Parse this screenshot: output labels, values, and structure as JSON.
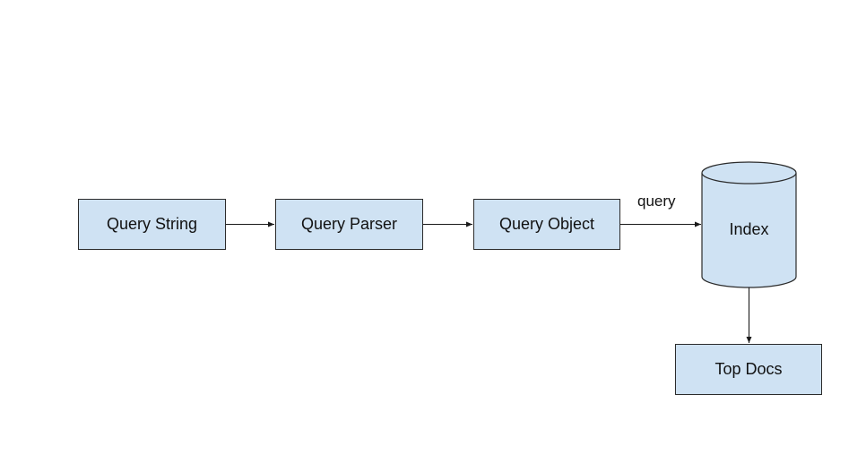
{
  "diagram": {
    "nodes": {
      "query_string": "Query String",
      "query_parser": "Query Parser",
      "query_object": "Query Object",
      "index": "Index",
      "top_docs": "Top Docs"
    },
    "edges": [
      {
        "from": "query_string",
        "to": "query_parser",
        "label": ""
      },
      {
        "from": "query_parser",
        "to": "query_object",
        "label": ""
      },
      {
        "from": "query_object",
        "to": "index",
        "label": "query"
      },
      {
        "from": "index",
        "to": "top_docs",
        "label": ""
      }
    ],
    "edge_labels": {
      "query": "query"
    },
    "colors": {
      "node_fill": "#cfe2f3",
      "stroke": "#2b2b2b"
    }
  }
}
